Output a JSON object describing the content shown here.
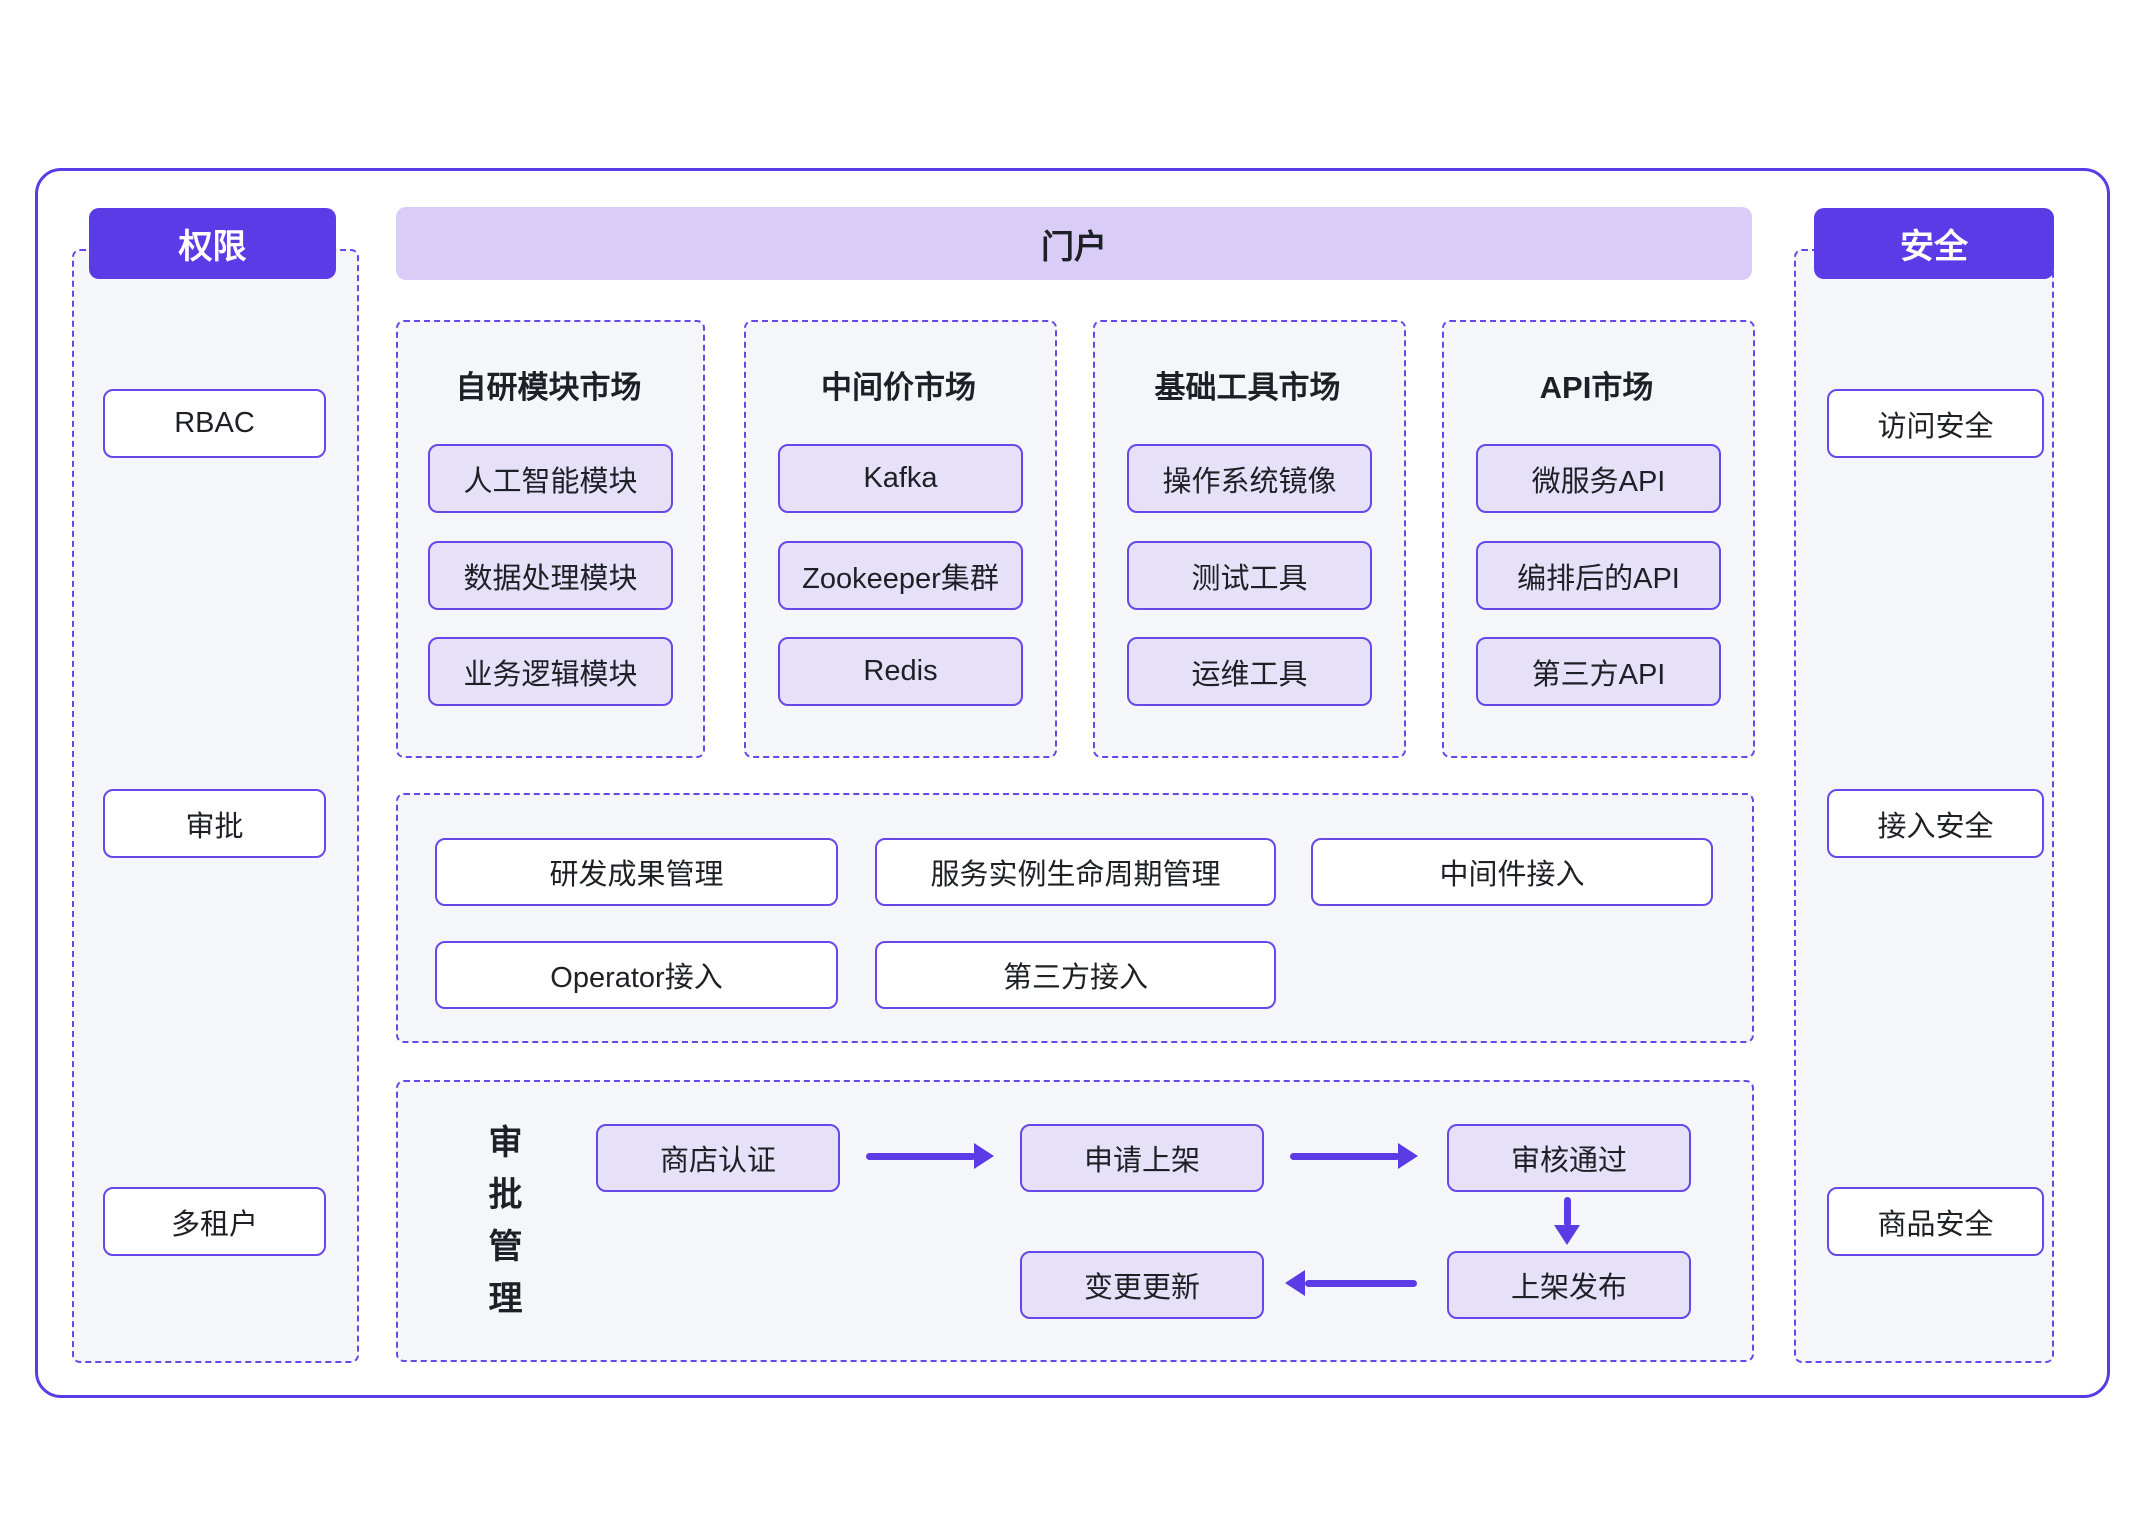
{
  "colors": {
    "accent": "#5b3be6",
    "border": "#6847e8",
    "banner": "#d9ccf6",
    "item_bg": "#e6e0f8",
    "panel_bg": "#f5f6f9",
    "text": "#1d2025"
  },
  "left_panel": {
    "header": "权限",
    "items": [
      "RBAC",
      "审批",
      "多租户"
    ]
  },
  "portal": {
    "title": "门户"
  },
  "markets": [
    {
      "title": "自研模块市场",
      "items": [
        "人工智能模块",
        "数据处理模块",
        "业务逻辑模块"
      ]
    },
    {
      "title": "中间价市场",
      "items": [
        "Kafka",
        "Zookeeper集群",
        "Redis"
      ]
    },
    {
      "title": "基础工具市场",
      "items": [
        "操作系统镜像",
        "测试工具",
        "运维工具"
      ]
    },
    {
      "title": "API市场",
      "items": [
        "微服务API",
        "编排后的API",
        "第三方API"
      ]
    }
  ],
  "management": {
    "row1": [
      "研发成果管理",
      "服务实例生命周期管理",
      "中间件接入"
    ],
    "row2": [
      "Operator接入",
      "第三方接入"
    ]
  },
  "approval_flow": {
    "label": "审批管理",
    "nodes": [
      "商店认证",
      "申请上架",
      "审核通过",
      "上架发布",
      "变更更新"
    ]
  },
  "right_panel": {
    "header": "安全",
    "items": [
      "访问安全",
      "接入安全",
      "商品安全"
    ]
  }
}
